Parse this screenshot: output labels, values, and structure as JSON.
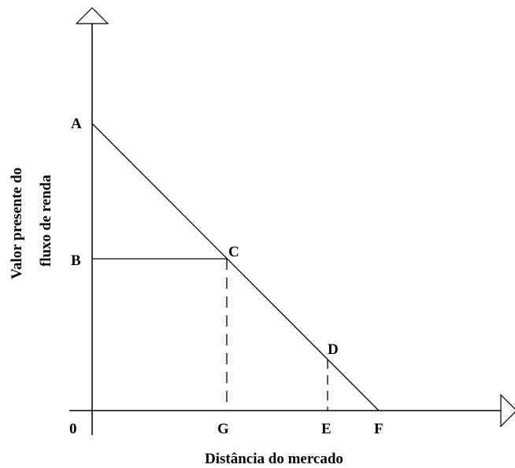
{
  "diagram": {
    "x_axis_title": "Distância do mercado",
    "y_axis_title_line1": "Valor presente do",
    "y_axis_title_line2": "fluxo de renda",
    "points": {
      "A": "A",
      "B": "B",
      "C": "C",
      "D": "D",
      "E": "E",
      "F": "F",
      "G": "G",
      "origin": "0"
    },
    "line_color": "#000000",
    "background": "#ffffff"
  }
}
